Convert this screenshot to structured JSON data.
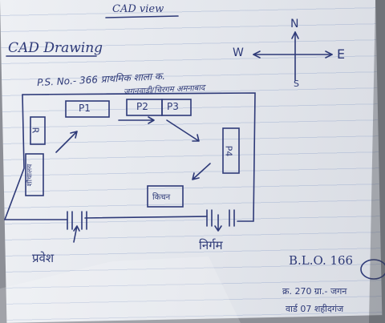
{
  "header": {
    "top_note": "CAD view",
    "section_title": "CAD Drawing"
  },
  "school_info": {
    "line1": "P.S. No.- 366 प्राथमिक शाला क.",
    "line2": "जगनवाडी/चिरगम अमनाबाद"
  },
  "compass": {
    "north": "N",
    "south": "S",
    "east": "E",
    "west": "W"
  },
  "rooms": {
    "p1": "P1",
    "p2": "P2",
    "p3": "P3",
    "p4": "P4",
    "r": "R",
    "kitchen": "किचन",
    "toilet": "शौचालय"
  },
  "gates": {
    "entrance": "प्रवेश",
    "exit": "निर्गम"
  },
  "footer": {
    "code": "B.L.O. 166",
    "line2": "क्र. 270 ग्रा.- जगन",
    "line3": "वार्ड 07 शहीदगंज"
  },
  "colors": {
    "ink": "#2e3a78",
    "paper": "#e7e9ee"
  }
}
